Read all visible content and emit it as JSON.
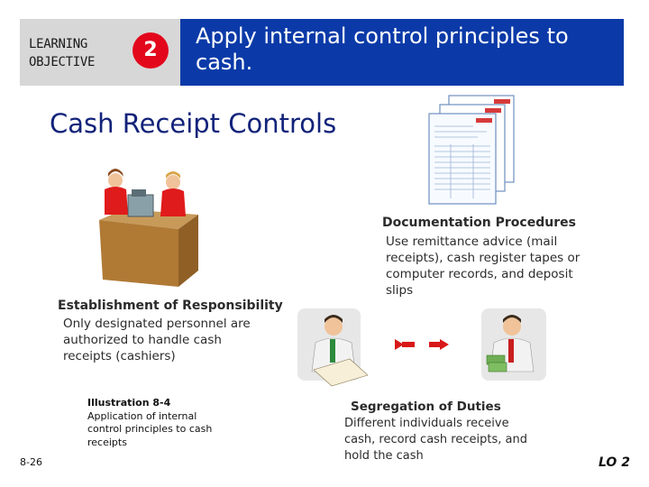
{
  "learning_objective": {
    "label_line1": "LEARNING",
    "label_line2": "OBJECTIVE",
    "number": "2",
    "text": "Apply internal control principles to cash."
  },
  "slide_title": "Cash Receipt Controls",
  "documentation": {
    "heading": "Documentation Procedures",
    "body": "Use remittance advice (mail receipts), cash register tapes or computer records, and deposit slips"
  },
  "responsibility": {
    "heading": "Establishment of Responsibility",
    "body": "Only designated personnel are authorized to handle cash receipts (cashiers)"
  },
  "segregation": {
    "heading": "Segregation of Duties",
    "body": "Different individuals receive cash, record cash receipts, and hold the cash"
  },
  "caption": {
    "heading": "Illustration 8-4",
    "body": "Application of internal control principles to cash receipts"
  },
  "page_number": "8-26",
  "lo_tag": "LO 2",
  "colors": {
    "objective_blue": "#0b3aa8",
    "number_red": "#e3071c",
    "title_navy": "#12237a",
    "label_gray": "#d7d7d7"
  }
}
